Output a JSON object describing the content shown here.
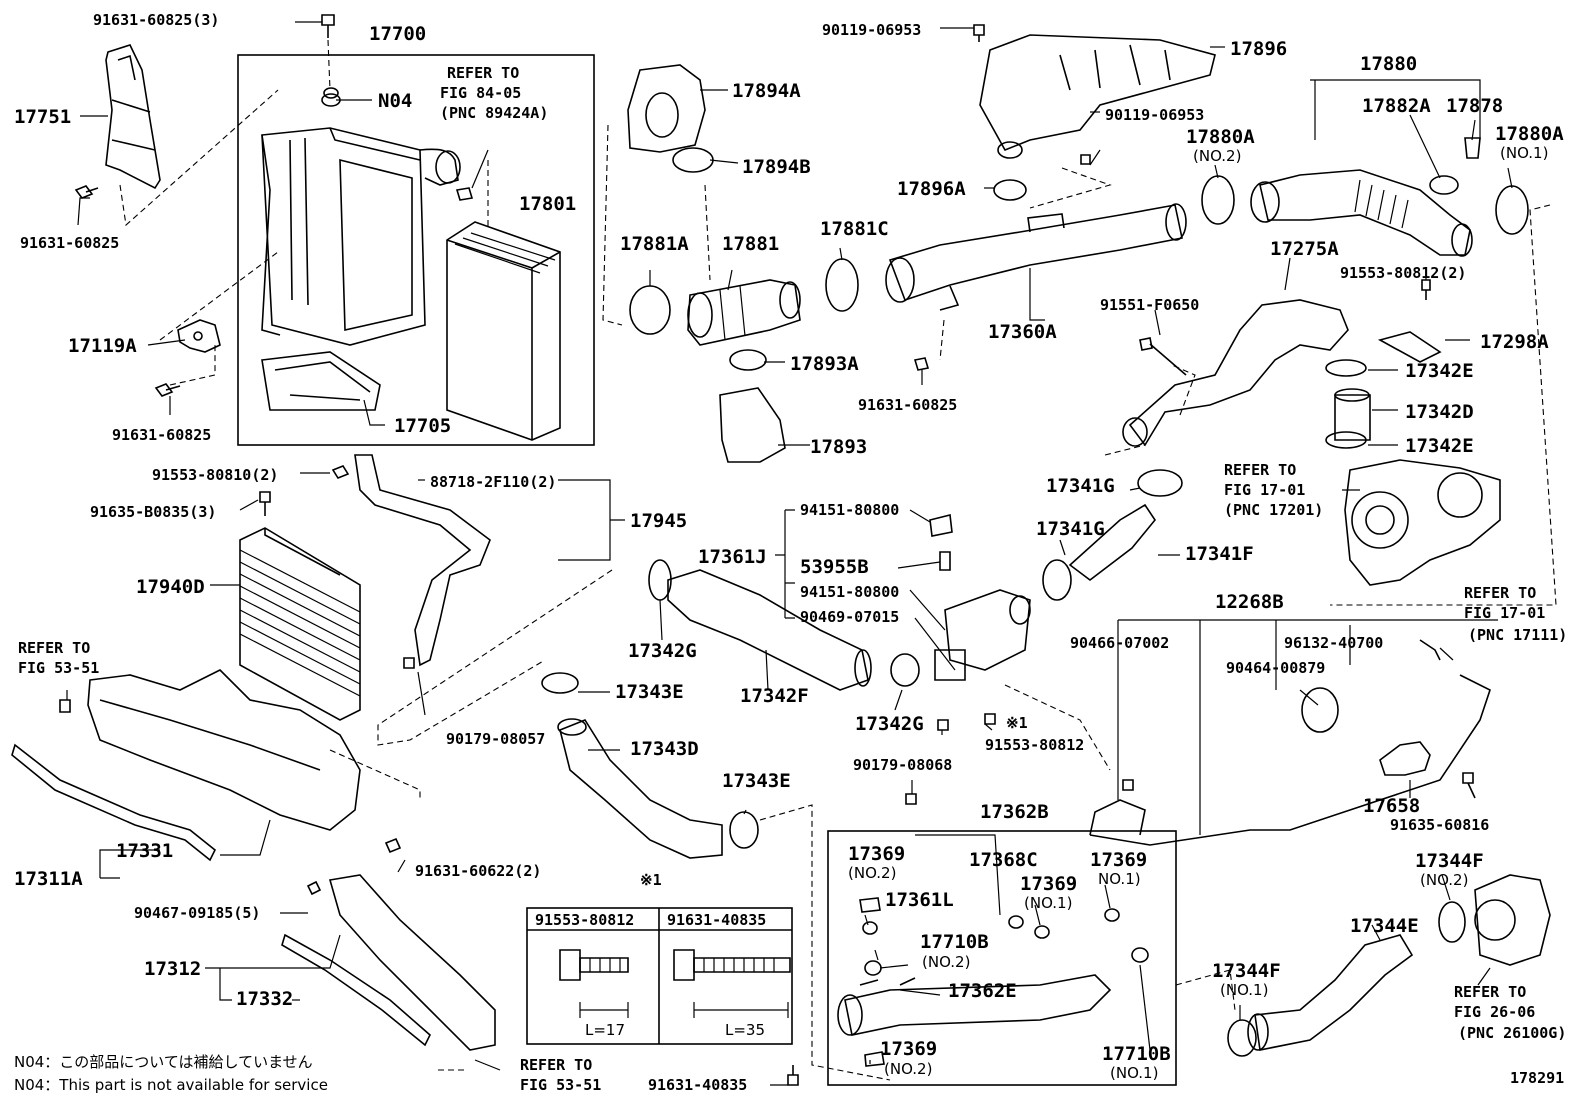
{
  "labels": [
    {
      "text": "91631-60825(3)",
      "size": "med"
    },
    {
      "text": "17700",
      "size": "big"
    },
    {
      "text": "N04",
      "size": "big"
    },
    {
      "text": "REFER TO",
      "size": "med"
    },
    {
      "text": "FIG 84-05",
      "size": "med"
    },
    {
      "text": "(PNC 89424A)",
      "size": "med"
    },
    {
      "text": "17751",
      "size": "big"
    },
    {
      "text": "17801",
      "size": "big"
    },
    {
      "text": "91631-60825",
      "size": "med"
    },
    {
      "text": "17119A",
      "size": "big"
    },
    {
      "text": "17705",
      "size": "big"
    },
    {
      "text": "91631-60825",
      "size": "med"
    },
    {
      "text": "17894A",
      "size": "big"
    },
    {
      "text": "17894B",
      "size": "big"
    },
    {
      "text": "17881A",
      "size": "big"
    },
    {
      "text": "17881",
      "size": "big"
    },
    {
      "text": "17893A",
      "size": "big"
    },
    {
      "text": "17893",
      "size": "big"
    },
    {
      "text": "90119-06953",
      "size": "med"
    },
    {
      "text": "17896",
      "size": "big"
    },
    {
      "text": "90119-06953",
      "size": "med"
    },
    {
      "text": "17896A",
      "size": "big"
    },
    {
      "text": "17881C",
      "size": "big"
    },
    {
      "text": "17360A",
      "size": "big"
    },
    {
      "text": "91631-60825",
      "size": "med"
    },
    {
      "text": "17880",
      "size": "big"
    },
    {
      "text": "17882A",
      "size": "big"
    },
    {
      "text": "17878",
      "size": "big"
    },
    {
      "text": "17880A",
      "size": "big"
    },
    {
      "text": "(NO.2)",
      "size": "sm"
    },
    {
      "text": "17880A",
      "size": "big"
    },
    {
      "text": "(NO.1)",
      "size": "sm"
    },
    {
      "text": "17275A",
      "size": "big"
    },
    {
      "text": "91553-80812(2)",
      "size": "med"
    },
    {
      "text": "17298A",
      "size": "big"
    },
    {
      "text": "91551-F0650",
      "size": "med"
    },
    {
      "text": "17342E",
      "size": "big"
    },
    {
      "text": "17342D",
      "size": "big"
    },
    {
      "text": "17342E",
      "size": "big"
    },
    {
      "text": "REFER TO",
      "size": "med"
    },
    {
      "text": "FIG 17-01",
      "size": "med"
    },
    {
      "text": "(PNC 17201)",
      "size": "med"
    },
    {
      "text": "91553-80810(2)",
      "size": "med"
    },
    {
      "text": "88718-2F110(2)",
      "size": "med"
    },
    {
      "text": "91635-B0835(3)",
      "size": "med"
    },
    {
      "text": "17945",
      "size": "big"
    },
    {
      "text": "17940D",
      "size": "big"
    },
    {
      "text": "REFER TO",
      "size": "med"
    },
    {
      "text": "FIG 53-51",
      "size": "med"
    },
    {
      "text": "94151-80800",
      "size": "med"
    },
    {
      "text": "17361J",
      "size": "big"
    },
    {
      "text": "53955B",
      "size": "big"
    },
    {
      "text": "94151-80800",
      "size": "med"
    },
    {
      "text": "90469-07015",
      "size": "med"
    },
    {
      "text": "17341G",
      "size": "big"
    },
    {
      "text": "17341G",
      "size": "big"
    },
    {
      "text": "17341F",
      "size": "big"
    },
    {
      "text": "12268B",
      "size": "big"
    },
    {
      "text": "REFER TO",
      "size": "med"
    },
    {
      "text": "FIG 17-01",
      "size": "med"
    },
    {
      "text": "(PNC 17111)",
      "size": "med"
    },
    {
      "text": "90466-07002",
      "size": "med"
    },
    {
      "text": "96132-40700",
      "size": "med"
    },
    {
      "text": "90464-00879",
      "size": "med"
    },
    {
      "text": "17342G",
      "size": "big"
    },
    {
      "text": "17342F",
      "size": "big"
    },
    {
      "text": "17342G",
      "size": "big"
    },
    {
      "text": "17343E",
      "size": "big"
    },
    {
      "text": "90179-08057",
      "size": "med"
    },
    {
      "text": "17343D",
      "size": "big"
    },
    {
      "text": "91553-80812",
      "size": "med"
    },
    {
      "text": "※1",
      "size": "med"
    },
    {
      "text": "90179-08068",
      "size": "med"
    },
    {
      "text": "17343E",
      "size": "big"
    },
    {
      "text": "17362B",
      "size": "big"
    },
    {
      "text": "17658",
      "size": "big"
    },
    {
      "text": "91635-60816",
      "size": "med"
    },
    {
      "text": "17331",
      "size": "big"
    },
    {
      "text": "17311A",
      "size": "big"
    },
    {
      "text": "91631-60622(2)",
      "size": "med"
    },
    {
      "text": "90467-09185(5)",
      "size": "med"
    },
    {
      "text": "17312",
      "size": "big"
    },
    {
      "text": "17332",
      "size": "big"
    },
    {
      "text": "REFER TO",
      "size": "med"
    },
    {
      "text": "FIG 53-51",
      "size": "med"
    },
    {
      "text": "91631-40835",
      "size": "med"
    },
    {
      "text": "※1",
      "size": "med"
    },
    {
      "text": "17369",
      "size": "big"
    },
    {
      "text": "(NO.2)",
      "size": "sm"
    },
    {
      "text": "17361L",
      "size": "big"
    },
    {
      "text": "17710B",
      "size": "big"
    },
    {
      "text": "(NO.2)",
      "size": "sm"
    },
    {
      "text": "17362E",
      "size": "big"
    },
    {
      "text": "17369",
      "size": "big"
    },
    {
      "text": "(NO.2)",
      "size": "sm"
    },
    {
      "text": "17368C",
      "size": "big"
    },
    {
      "text": "17369",
      "size": "big"
    },
    {
      "text": "(NO.1)",
      "size": "sm"
    },
    {
      "text": "17369",
      "size": "big"
    },
    {
      "text": "NO.1)",
      "size": "sm"
    },
    {
      "text": "17710B",
      "size": "big"
    },
    {
      "text": "(NO.1)",
      "size": "sm"
    },
    {
      "text": "17344F",
      "size": "big"
    },
    {
      "text": "(NO.2)",
      "size": "sm"
    },
    {
      "text": "17344E",
      "size": "big"
    },
    {
      "text": "17344F",
      "size": "big"
    },
    {
      "text": "(NO.1)",
      "size": "sm"
    },
    {
      "text": "REFER TO",
      "size": "med"
    },
    {
      "text": "FIG 26-06",
      "size": "med"
    },
    {
      "text": "(PNC 26100G)",
      "size": "med"
    },
    {
      "text": "178291",
      "size": "med"
    }
  ],
  "bolt_table": {
    "ref": "※1",
    "headers": [
      "91553-80812",
      "91631-40835"
    ],
    "lengths": [
      "L=17",
      "L=35"
    ]
  },
  "notes": [
    "N04：この部品については補給していません",
    "N04：This part is not available for service"
  ]
}
